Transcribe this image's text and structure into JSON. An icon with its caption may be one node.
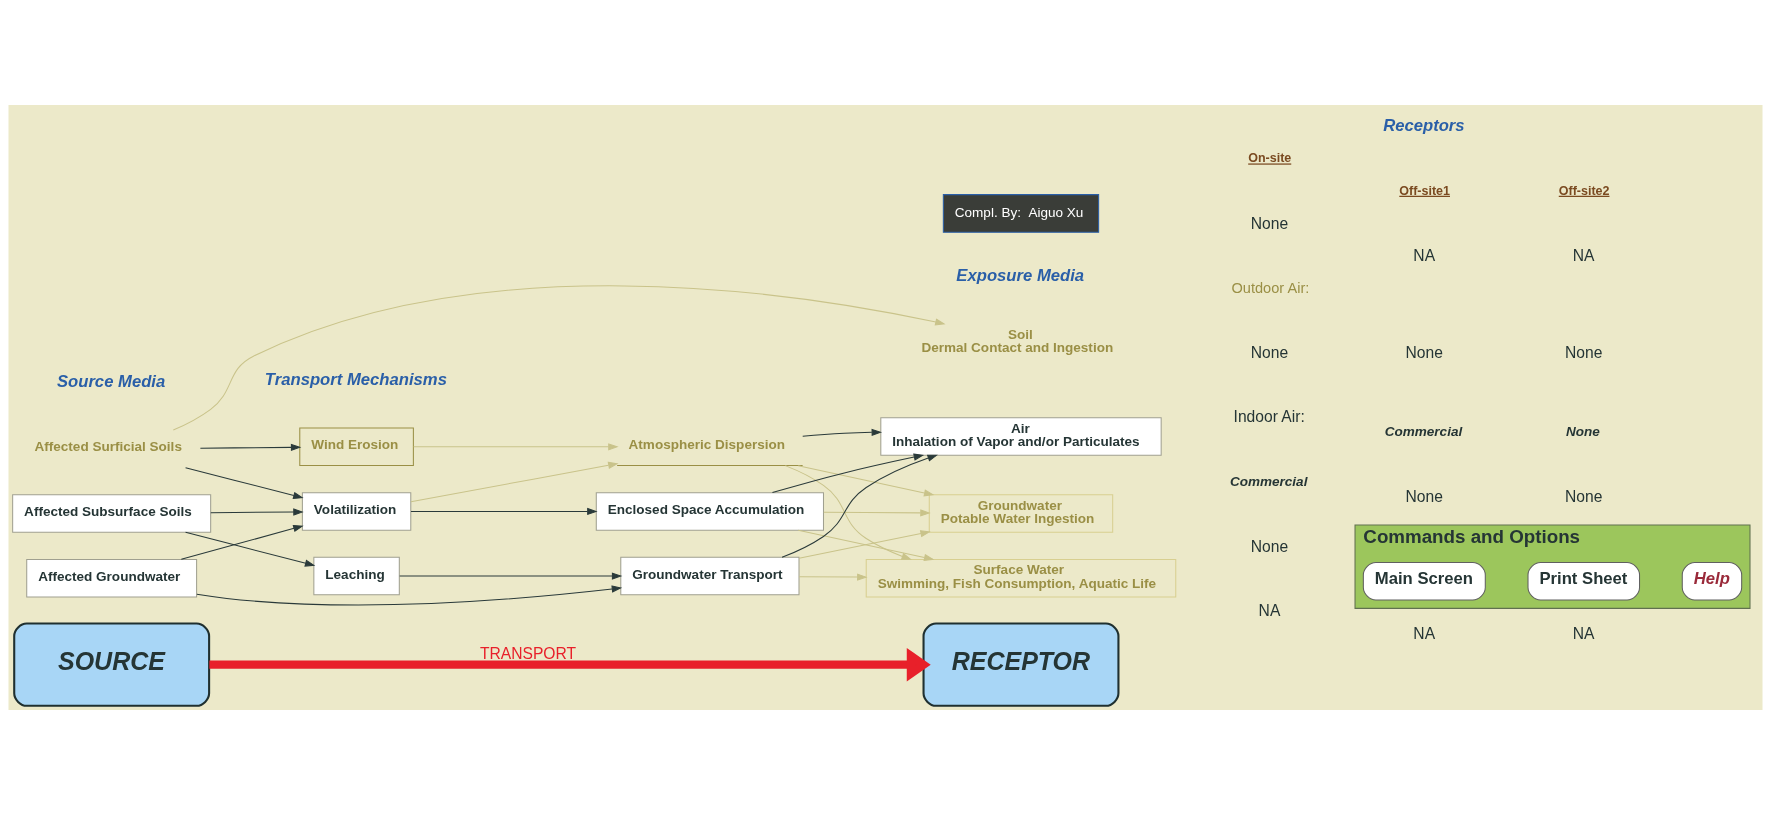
{
  "diagram": {
    "nodes": [
      {
        "text": [
          "Compl. By:  Aiguo Xu"
        ]
      },
      {
        "text": [
          "Affected Surficial Soils"
        ]
      },
      {
        "text": [
          "Affected Subsurface Soils"
        ]
      },
      {
        "text": [
          "Affected Groundwater"
        ]
      },
      {
        "text": [
          "Wind Erosion"
        ]
      },
      {
        "text": [
          "Volatilization"
        ]
      },
      {
        "text": [
          "Leaching"
        ]
      },
      {
        "text": [
          "Atmospheric Dispersion"
        ]
      },
      {
        "text": [
          "Enclosed Space Accumulation"
        ]
      },
      {
        "text": [
          "Groundwater Transport"
        ]
      },
      {
        "text": [
          "Soil",
          "Dermal Contact and Ingestion"
        ]
      },
      {
        "text": [
          "Air",
          "Inhalation of Vapor and/or Particulates"
        ]
      },
      {
        "text": [
          "Groundwater",
          "Potable Water Ingestion"
        ]
      },
      {
        "text": [
          "Surface Water",
          "Swimming, Fish Consumption, Aquatic Life"
        ]
      },
      {
        "text": [
          "SOURCE"
        ]
      },
      {
        "text": [
          "RECEPTOR"
        ]
      },
      {
        "text": [
          "Commands and Options"
        ]
      },
      {
        "text": [
          "Main Screen"
        ],
        "in": 16
      },
      {
        "text": [
          "Print Sheet"
        ],
        "in": 16
      },
      {
        "text": [
          "Help"
        ],
        "in": 16
      }
    ],
    "edges": [
      {
        "from": 1,
        "to": 10,
        "arrow": "to",
        "color": "#c9c38a"
      },
      {
        "from": 1,
        "to": 4,
        "arrow": "to"
      },
      {
        "from": 1,
        "to": 5,
        "arrow": "to"
      },
      {
        "from": 2,
        "to": 5,
        "arrow": "to"
      },
      {
        "from": 2,
        "to": 6,
        "arrow": "to"
      },
      {
        "from": 3,
        "to": 5,
        "arrow": "to"
      },
      {
        "from": 3,
        "to": 9,
        "arrow": "to"
      },
      {
        "from": 4,
        "to": 7,
        "arrow": "to",
        "color": "#c9c38a"
      },
      {
        "from": 5,
        "to": 7,
        "arrow": "to",
        "color": "#c9c38a"
      },
      {
        "from": 5,
        "to": 8,
        "arrow": "to"
      },
      {
        "from": 6,
        "to": 9,
        "arrow": "to"
      },
      {
        "from": 7,
        "to": 11,
        "arrow": "to"
      },
      {
        "from": 8,
        "to": 11,
        "arrow": "to"
      },
      {
        "from": 9,
        "to": 11,
        "arrow": "to"
      },
      {
        "from": 7,
        "to": 12,
        "arrow": "to",
        "color": "#c9c38a"
      },
      {
        "from": 8,
        "to": 12,
        "arrow": "to",
        "color": "#c9c38a"
      },
      {
        "from": 9,
        "to": 12,
        "arrow": "to",
        "color": "#c9c38a"
      },
      {
        "from": 7,
        "to": 13,
        "arrow": "to",
        "color": "#c9c38a"
      },
      {
        "from": 8,
        "to": 13,
        "arrow": "to",
        "color": "#c9c38a"
      },
      {
        "from": 9,
        "to": 13,
        "arrow": "to",
        "color": "#c9c38a"
      },
      {
        "from": 14,
        "to": 15,
        "arrow": "to",
        "label": "TRANSPORT",
        "style": "thick",
        "color": "#e8202a"
      }
    ],
    "labels": [
      "Source Media",
      "Transport Mechanisms",
      "Exposure Media",
      "Receptors",
      "On-site",
      "Off-site1",
      "Off-site2",
      "None",
      "NA",
      "NA",
      "Outdoor Air:",
      "None",
      "None",
      "None",
      "Indoor Air:",
      "Commercial",
      "Commercial",
      "None",
      "None",
      "None",
      "None",
      "NA",
      "NA",
      "NA"
    ]
  }
}
